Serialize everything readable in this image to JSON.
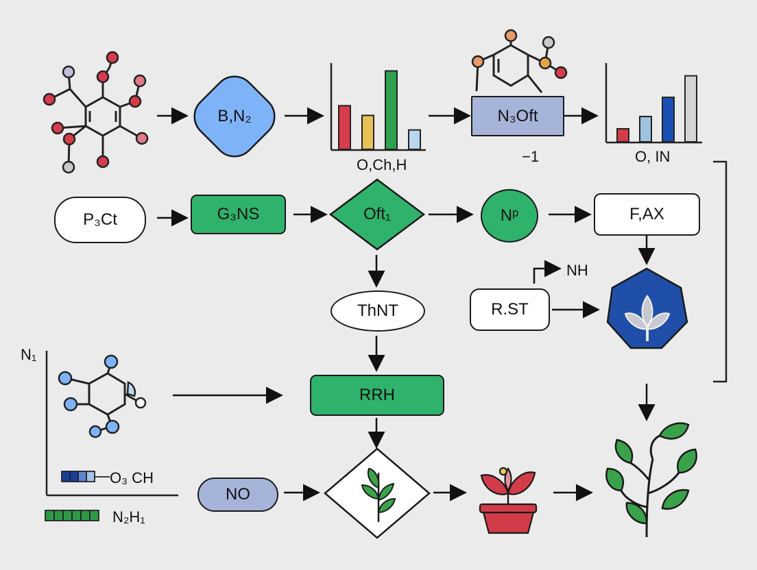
{
  "nodes": {
    "b_n2": "B,N₂",
    "n3oft": "N₃Oft",
    "p3ct": "P₃Ct",
    "g3ns": "G₃NS",
    "oft": "Oft₁",
    "np": "Nᵖ",
    "fax": "F,AX",
    "thnt": "ThNT",
    "rst": "R.ST",
    "rrh": "RRH",
    "no": "NO"
  },
  "labels": {
    "chart1_caption": "O,Ch,H",
    "minus_one": "−1",
    "chart2_caption": "O, IN",
    "nh": "NH",
    "n_axis": "N₁",
    "legend_blue": "O₃ CH",
    "legend_green": "N₂H₁"
  },
  "chart1": {
    "values": [
      0.54,
      0.42,
      0.97,
      0.24
    ],
    "colors": [
      "#d63c4a",
      "#e8c158",
      "#2ea24f",
      "#bad5ee"
    ]
  },
  "chart2": {
    "values": [
      0.17,
      0.33,
      0.58,
      0.86
    ],
    "colors": [
      "#d63c4a",
      "#9cc2e0",
      "#1a4fb3",
      "#d5d5d5"
    ]
  },
  "colors": {
    "blue_node": "#7fb3f8",
    "lavender": "#a6b4d9",
    "green": "#2fb26b",
    "dark_blue": "#1f4fa8",
    "red": "#d13c48",
    "leaf_green": "#3aa24a"
  },
  "icons": [
    "molecule-icon",
    "bar-chart-icon",
    "leaf-icon",
    "plant-icon",
    "flower-pot-icon"
  ]
}
